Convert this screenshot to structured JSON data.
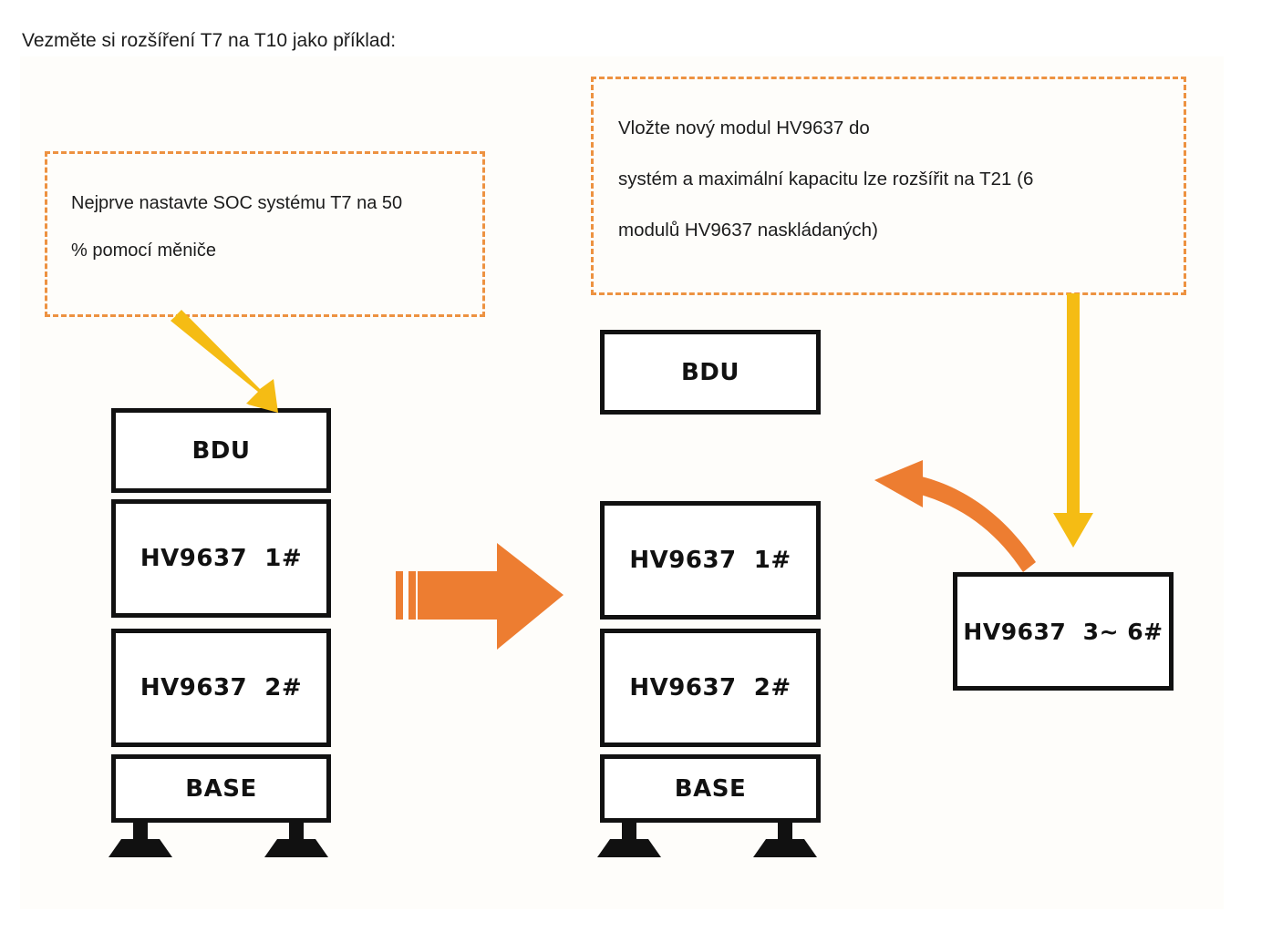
{
  "page": {
    "intro": "Vezměte si rozšíření T7 na T10 jako příklad:",
    "background_color": "#fefdfa",
    "accent_orange": "#ed7d31",
    "accent_dashed": "#ed9241",
    "accent_yellow": "#f5bc14",
    "outline_black": "#111111"
  },
  "callouts": {
    "left": {
      "lines": [
        "Nejprve nastavte SOC systému T7 na 50",
        "% pomocí měniče"
      ]
    },
    "right": {
      "lines": [
        "Vložte nový modul HV9637 do",
        "systém a maximální kapacitu lze rozšířit na T21 (6",
        "modulů HV9637 naskládaných)"
      ]
    }
  },
  "stacks": {
    "before": {
      "modules": [
        {
          "label": "BDU"
        },
        {
          "label": "HV9637  1#"
        },
        {
          "label": "HV9637  2#"
        },
        {
          "label": "BASE"
        }
      ]
    },
    "after": {
      "detached": {
        "label": "BDU"
      },
      "modules": [
        {
          "label": "HV9637  1#"
        },
        {
          "label": "HV9637  2#"
        },
        {
          "label": "BASE"
        }
      ]
    },
    "new_module": {
      "label": "HV9637  3~ 6#"
    }
  },
  "arrows": {
    "transform": {
      "name": "block-arrow-right",
      "color": "#ed7d31"
    },
    "insert_curve": {
      "name": "curved-arrow-left",
      "color": "#ed7d31"
    },
    "pointer_left": {
      "name": "yellow-arrow-diagonal",
      "color": "#f5bc14"
    },
    "pointer_right": {
      "name": "yellow-arrow-down",
      "color": "#f5bc14"
    }
  }
}
